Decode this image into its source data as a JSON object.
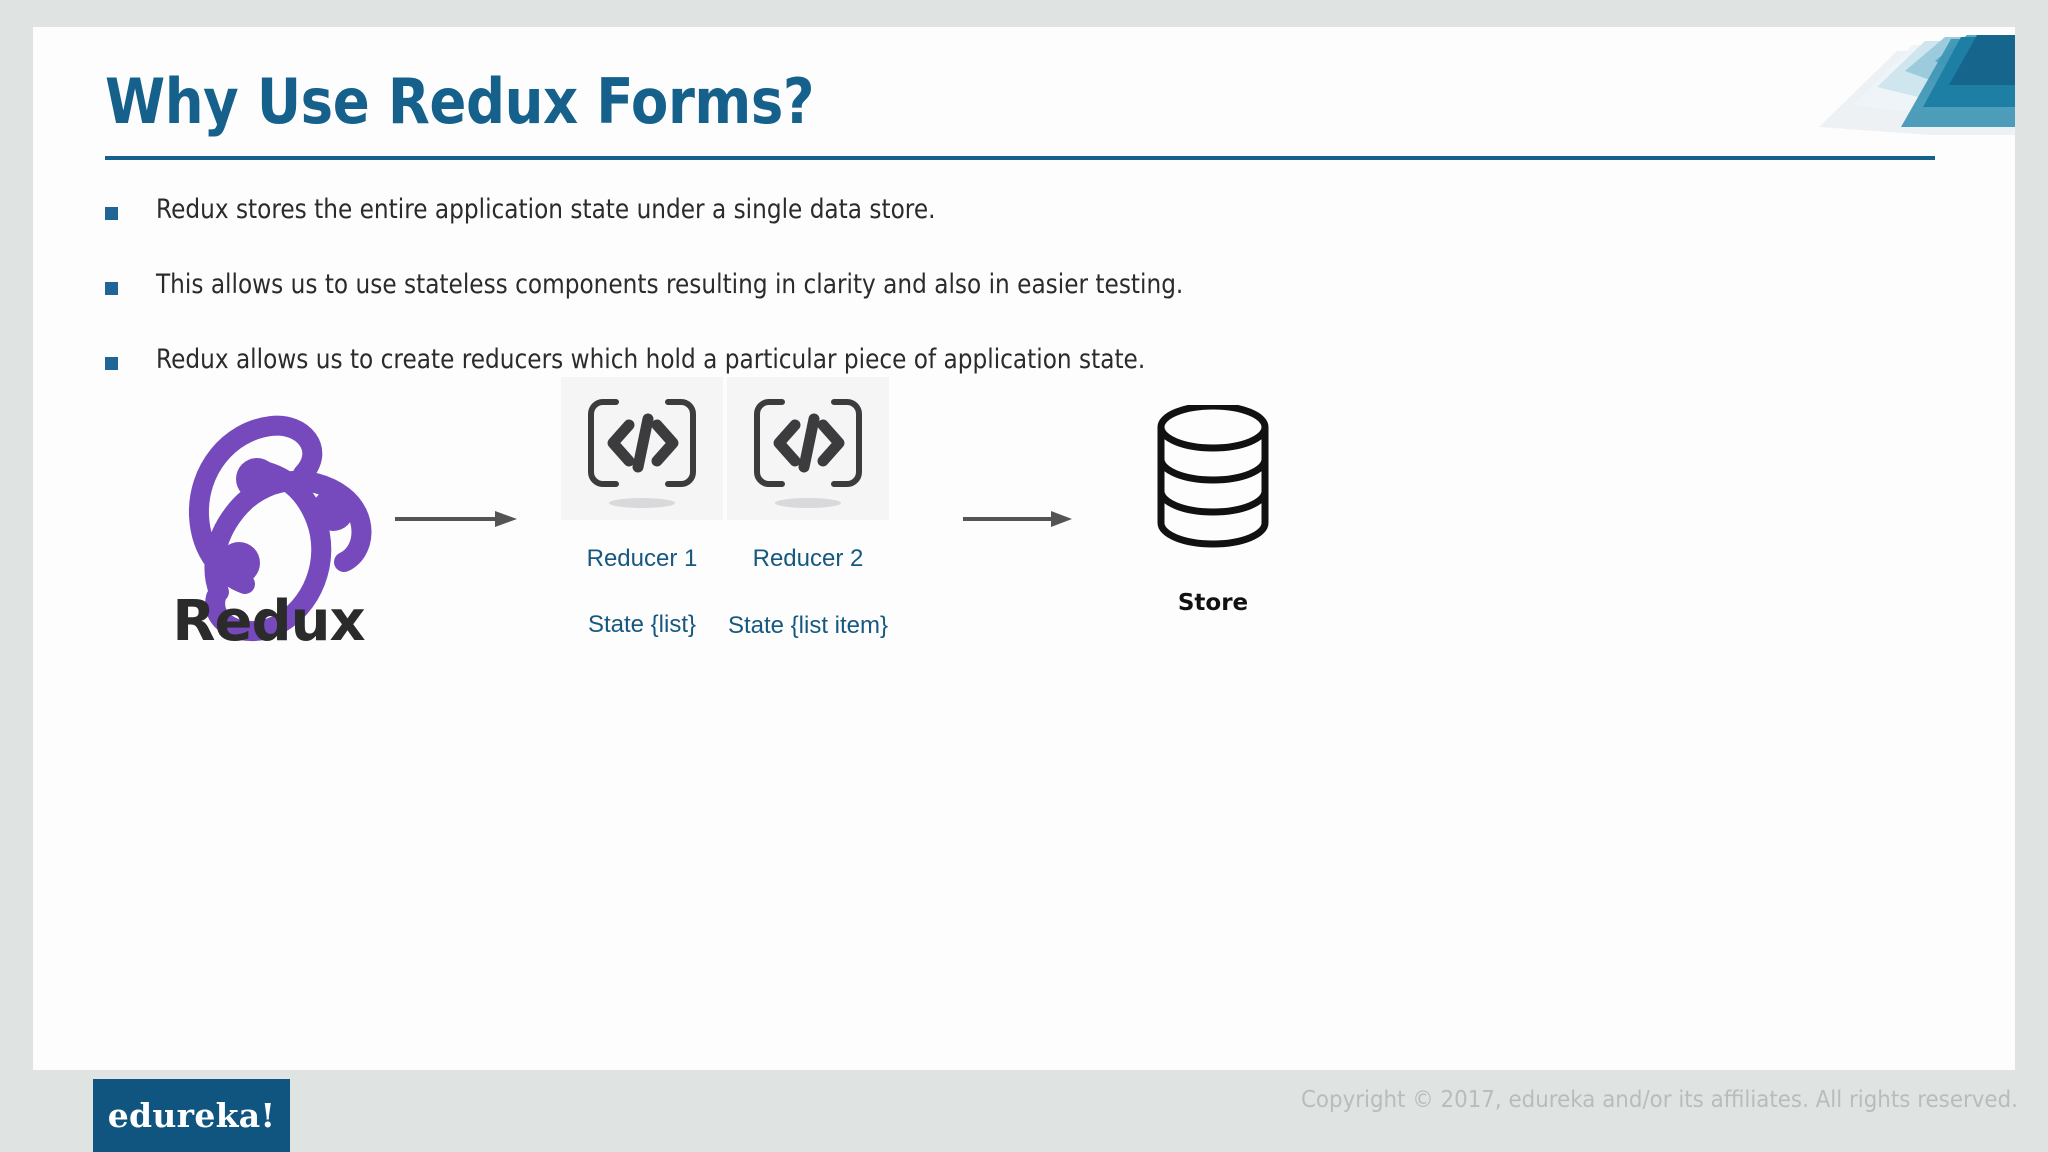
{
  "slide": {
    "title": "Why Use Redux Forms?",
    "accent_color": "#15618C",
    "bullets": [
      {
        "text": "Redux stores the entire application state under a single data store."
      },
      {
        "text": "This allows us to use stateless components resulting in clarity and also in easier testing."
      },
      {
        "text": "Redux allows us to create reducers which hold a particular piece of application state."
      }
    ]
  },
  "diagram": {
    "logo": {
      "name": "redux-logo",
      "wordmark": "Redux",
      "brand_color": "#764ABC",
      "wordmark_color": "#2B2B2B"
    },
    "arrows": [
      {
        "name": "arrow-logo-to-reducers",
        "color": "#545454"
      },
      {
        "name": "arrow-reducers-to-store",
        "color": "#545454"
      }
    ],
    "reducers": [
      {
        "icon": "code-icon",
        "label": "Reducer 1",
        "state": "State {list}"
      },
      {
        "icon": "code-icon",
        "label": "Reducer 2",
        "state": "State {list item}"
      }
    ],
    "store": {
      "icon": "database-cylinder-icon",
      "label": "Store"
    },
    "label_color": "#16587F",
    "tile_background": "#F5F5F6"
  },
  "footer": {
    "brand": "edureka!",
    "brand_background": "#0F5580",
    "copyright": "Copyright © 2017, edureka and/or its affiliates. All rights reserved."
  }
}
